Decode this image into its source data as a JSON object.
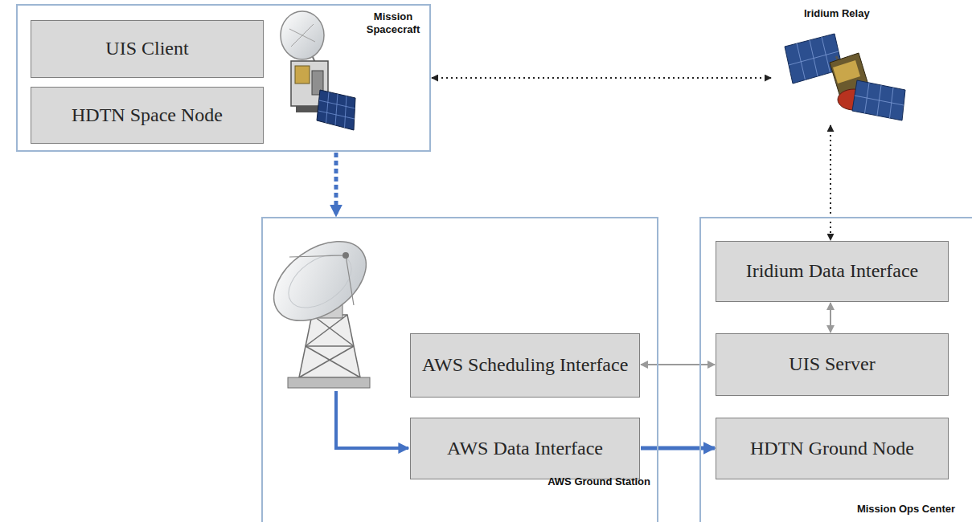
{
  "diagram": {
    "nodes": [
      {
        "text": [
          "Mission Spacecraft"
        ]
      },
      {
        "text": [
          "UIS Client"
        ],
        "in": 0
      },
      {
        "text": [
          "HDTN Space Node"
        ],
        "in": 0
      },
      {
        "text": [
          "Iridium Relay"
        ]
      },
      {
        "text": [
          "AWS Ground Station"
        ]
      },
      {
        "text": [
          "AWS Scheduling Interface"
        ],
        "in": 4
      },
      {
        "text": [
          "AWS Data Interface"
        ],
        "in": 4
      },
      {
        "text": [
          "Mission Ops Center"
        ]
      },
      {
        "text": [
          "Iridium Data Interface"
        ],
        "in": 7
      },
      {
        "text": [
          "UIS Server"
        ],
        "in": 7
      },
      {
        "text": [
          "HDTN Ground Node"
        ],
        "in": 7
      }
    ],
    "edges": [
      {
        "from": 0,
        "to": 3,
        "arrow": "both"
      },
      {
        "from": 0,
        "to": 4,
        "arrow": "to"
      },
      {
        "from": 3,
        "to": 8,
        "arrow": "both"
      },
      {
        "from": 8,
        "to": 9,
        "arrow": "both"
      },
      {
        "from": 5,
        "to": 9,
        "arrow": "both"
      },
      {
        "from": 6,
        "to": 10,
        "arrow": "to"
      }
    ]
  }
}
